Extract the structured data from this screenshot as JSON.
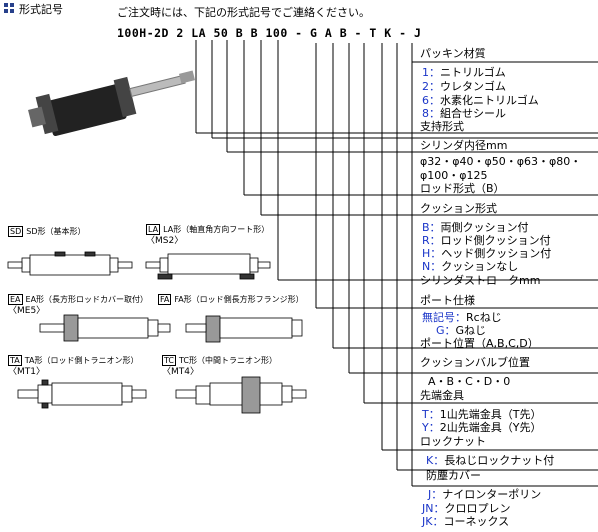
{
  "header": {
    "title": "形式記号",
    "instruction": "ご注文時には、下記の形式記号でご連絡ください。",
    "model_code": "100H-2D 2 LA 50 B B 100 - G A B - T K - J"
  },
  "diagrams": [
    {
      "box": "SD",
      "label": "SD形（基本形）",
      "sub": ""
    },
    {
      "box": "LA",
      "label": "LA形（軸直角方向フート形）",
      "sub": "〈MS2〉"
    },
    {
      "box": "EA",
      "label": "EA形（長方形ロッドカバー取付）",
      "sub": "〈ME5〉"
    },
    {
      "box": "FA",
      "label": "FA形（ロッド側長方形フランジ形）",
      "sub": ""
    },
    {
      "box": "TA",
      "label": "TA形（ロッド側トラニオン形）",
      "sub": "〈MT1〉"
    },
    {
      "box": "TC",
      "label": "TC形（中間トラニオン形）",
      "sub": "〈MT4〉"
    }
  ],
  "spec": {
    "packing": {
      "heading": "パッキン材質",
      "options": [
        {
          "code": "1",
          "sep": "：",
          "text": "ニトリルゴム"
        },
        {
          "code": "2",
          "sep": "：",
          "text": "ウレタンゴム"
        },
        {
          "code": "6",
          "sep": "：",
          "text": "水素化ニトリルゴム"
        },
        {
          "code": "8",
          "sep": "：",
          "text": "組合せシール"
        }
      ]
    },
    "support": {
      "heading": "支持形式"
    },
    "bore": {
      "heading": "シリンダ内径mm",
      "line1": "φ32・φ40・φ50・φ63・φ80・",
      "line2": "φ100・φ125"
    },
    "rod": {
      "heading": "ロッド形式（B）"
    },
    "cushion": {
      "heading": "クッション形式",
      "options": [
        {
          "code": "B",
          "sep": "：",
          "text": "両側クッション付"
        },
        {
          "code": "R",
          "sep": "：",
          "text": "ロッド側クッション付"
        },
        {
          "code": "H",
          "sep": "：",
          "text": "ヘッド側クッション付"
        },
        {
          "code": "N",
          "sep": "：",
          "text": "クッションなし"
        }
      ]
    },
    "stroke": {
      "heading": "シリンダストロークmm"
    },
    "port": {
      "heading": "ポート仕様",
      "options": [
        {
          "code": "無記号",
          "sep": "：",
          "text": "Rcねじ"
        },
        {
          "code": "G",
          "sep": "：",
          "text": "Gねじ"
        }
      ]
    },
    "port_position": {
      "heading": "ポート位置（A,B,C,D）"
    },
    "cushion_valve": {
      "heading": "クッションバルブ位置",
      "values": "A・B・C・D・0"
    },
    "tip": {
      "heading": "先端金具",
      "options": [
        {
          "code": "T",
          "sep": "：",
          "text": "1山先端金具（T先）"
        },
        {
          "code": "Y",
          "sep": "：",
          "text": "2山先端金具（Y先）"
        }
      ]
    },
    "locknut": {
      "heading": "ロックナット",
      "options": [
        {
          "code": "K",
          "sep": "：",
          "text": "長ねじロックナット付"
        }
      ]
    },
    "boot": {
      "heading": "防塵カバー",
      "options": [
        {
          "code": "J",
          "sep": "：",
          "text": "ナイロンターポリン"
        },
        {
          "code": "JN",
          "sep": "：",
          "text": "クロロプレン"
        },
        {
          "code": "JK",
          "sep": "：",
          "text": "コーネックス"
        }
      ]
    }
  },
  "colors": {
    "accent": "#1a35c8",
    "title_icon": "#27408b"
  }
}
